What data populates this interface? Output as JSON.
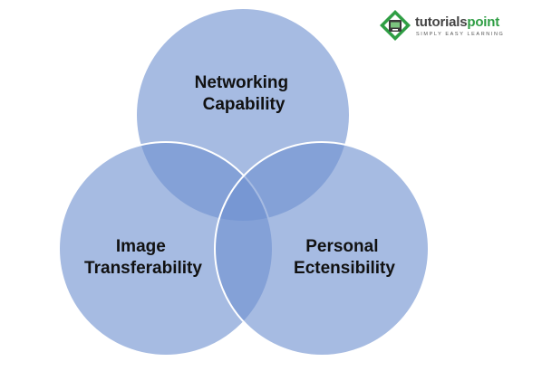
{
  "logo": {
    "word_part1": "tutorials",
    "word_part2": "point",
    "tagline": "SIMPLY EASY LEARNING"
  },
  "diagram": {
    "type": "venn",
    "sets": [
      {
        "id": "networking",
        "lines": [
          "Networking",
          "Capability"
        ]
      },
      {
        "id": "image",
        "lines": [
          "Image",
          "Transferability"
        ]
      },
      {
        "id": "personal",
        "lines": [
          "Personal",
          "Ectensibility"
        ]
      }
    ]
  },
  "colors": {
    "circle_fill": "#7092d0",
    "logo_green": "#2f9e44",
    "logo_gray": "#444444"
  }
}
